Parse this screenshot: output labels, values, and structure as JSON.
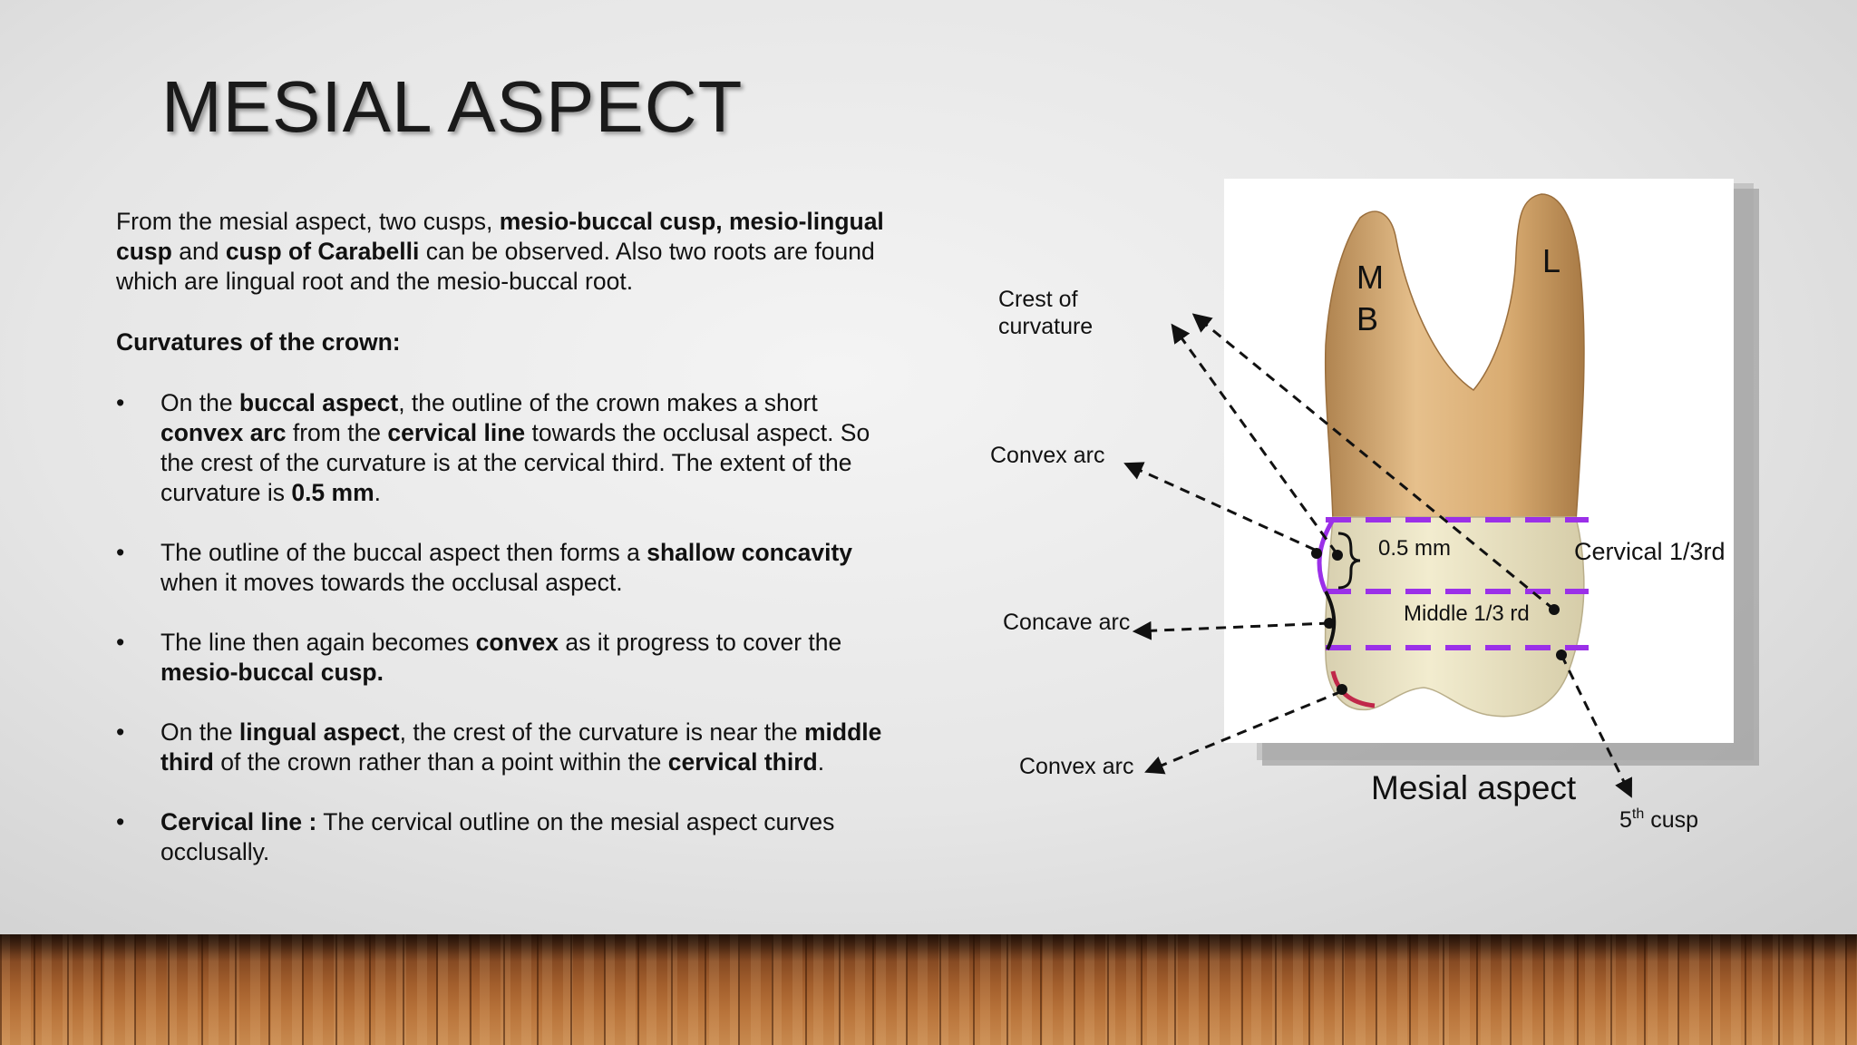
{
  "slide": {
    "title": "MESIAL ASPECT",
    "intro": {
      "t1": "From the mesial aspect, two cusps, ",
      "b1": "mesio-buccal cusp, mesio-lingual cusp",
      "t2": " and ",
      "b2": "cusp of Carabelli",
      "t3": " can be observed. Also two roots are found which are lingual root and the mesio-buccal root."
    },
    "section_heading": "Curvatures of the crown:",
    "bullets": [
      {
        "t1": "On the ",
        "b1": "buccal aspect",
        "t2": ", the outline of the crown makes a short ",
        "b2": "convex arc",
        "t3": " from the ",
        "b3": "cervical line",
        "t4": " towards the occlusal aspect. So the crest of the curvature is at the cervical third. The extent of the curvature is ",
        "b4": "0.5 mm",
        "t5": "."
      },
      {
        "t1": "The outline of the buccal aspect then forms a ",
        "b1": "shallow concavity",
        "t2": " when it moves towards the occlusal aspect."
      },
      {
        "t1": "The line then again becomes ",
        "b1": "convex",
        "t2": " as it progress to cover the ",
        "b2": "mesio-buccal cusp."
      },
      {
        "t1": "On the ",
        "b1": "lingual aspect",
        "t2": ", the crest of the curvature is near the ",
        "b2": "middle third",
        "t3": " of the crown rather than a point within the ",
        "b3": "cervical third",
        "t4": "."
      },
      {
        "b1": "Cervical line :",
        "t1": " The cervical outline on the mesial aspect curves occlusally."
      }
    ]
  },
  "diagram": {
    "labels": {
      "crest_line1": "Crest of",
      "crest_line2": "curvature",
      "convex_arc_top": "Convex arc",
      "concave_arc": "Concave arc",
      "convex_arc_bottom": "Convex arc",
      "root_mb_m": "M",
      "root_mb_b": "B",
      "root_l": "L",
      "extent": "0.5 mm",
      "cervical_third": "Cervical 1/3rd",
      "middle_third": "Middle 1/3 rd",
      "caption": "Mesial aspect",
      "fifth_cusp_base": "5",
      "fifth_cusp_sup": "th",
      "fifth_cusp_word": " cusp"
    },
    "colors": {
      "third_lines": "#9b30e8",
      "buccal_convex_outline": "#9b30e8",
      "bottom_convex_outline": "#c0284a",
      "arrows": "#111111"
    }
  }
}
